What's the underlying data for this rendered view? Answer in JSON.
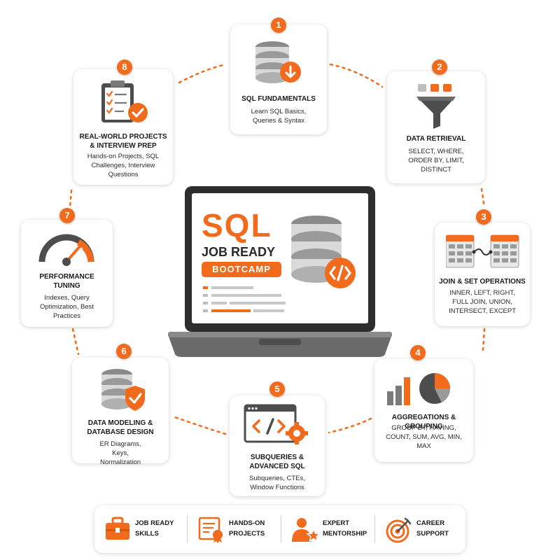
{
  "accent_color": "#f26b1d",
  "steps": [
    {
      "number": "1",
      "title": "SQL FUNDAMENTALS",
      "description": "Learn SQL Basics, Queries & Syntax",
      "icon": "database-download-icon"
    },
    {
      "number": "2",
      "title": "DATA RETRIEVAL",
      "description": "SELECT, WHERE, ORDER BY, LIMIT, DISTINCT",
      "icon": "funnel-icon"
    },
    {
      "number": "3",
      "title": "JOIN & SET OPERATIONS",
      "description": "INNER, LEFT, RIGHT, FULL JOIN, UNION, INTERSECT, EXCEPT",
      "icon": "table-join-icon"
    },
    {
      "number": "4",
      "title": "AGGREGATIONS & GROUPING",
      "description": "GROUP BY, HAVING, COUNT, SUM, AVG, MIN, MAX",
      "icon": "bar-pie-chart-icon"
    },
    {
      "number": "5",
      "title": "SUBQUERIES & ADVANCED SQL",
      "description": "Subqueries, CTEs, Window Functions",
      "icon": "code-window-gear-icon"
    },
    {
      "number": "6",
      "title": "DATA MODELING & DATABASE DESIGN",
      "description": "ER Diagrams, Keys, Normalization",
      "icon": "database-shield-icon"
    },
    {
      "number": "7",
      "title": "PERFORMANCE TUNING",
      "description": "Indexes, Query Optimization, Best Practices",
      "icon": "speedometer-icon"
    },
    {
      "number": "8",
      "title": "REAL-WORLD PROJECTS & INTERVIEW PREP",
      "description": "Hands-on Projects, SQL Challenges, Interview Questions",
      "icon": "clipboard-check-icon"
    }
  ],
  "laptop": {
    "line1": "SQL",
    "line2": "JOB READY",
    "line3": "BOOTCAMP",
    "icon": "database-code-icon"
  },
  "features": [
    {
      "label": "JOB READY SKILLS",
      "icon": "briefcase-icon"
    },
    {
      "label": "HANDS-ON PROJECTS",
      "icon": "certificate-icon"
    },
    {
      "label": "EXPERT MENTORSHIP",
      "icon": "mentor-star-icon"
    },
    {
      "label": "CAREER SUPPORT",
      "icon": "target-arrow-icon"
    }
  ]
}
